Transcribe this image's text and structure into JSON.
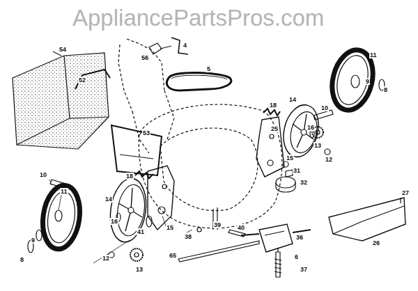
{
  "diagram": {
    "labels": [
      "AppliancePartsPros.com",
      "4",
      "56",
      "54",
      "5",
      "11",
      "52",
      "9",
      "8",
      "14",
      "10",
      "18",
      "16",
      "25",
      "53",
      "13",
      "15",
      "12",
      "31",
      "10",
      "32",
      "18",
      "11",
      "14",
      "27",
      "16",
      "15",
      "41",
      "39",
      "40",
      "38",
      "36",
      "9",
      "26",
      "65",
      "6",
      "12",
      "8",
      "13",
      "37"
    ]
  }
}
